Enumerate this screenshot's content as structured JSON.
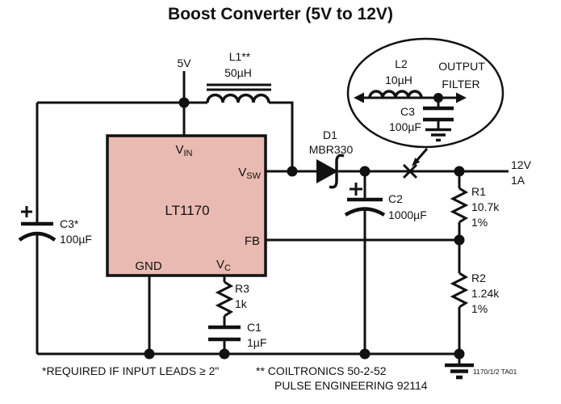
{
  "title": "Boost Converter (5V to 12V)",
  "colors": {
    "ic_fill": "#e9bab1",
    "wire": "#111111"
  },
  "ic": {
    "name": "LT1170",
    "pins": {
      "vin": {
        "main": "V",
        "sub": "IN"
      },
      "vsw": {
        "main": "V",
        "sub": "SW"
      },
      "fb": "FB",
      "gnd": "GND",
      "vc": {
        "main": "V",
        "sub": "C"
      }
    }
  },
  "labels": {
    "input_voltage": "5V",
    "l1": {
      "ref": "L1**",
      "value": "50µH"
    },
    "d1": {
      "ref": "D1",
      "value": "MBR330"
    },
    "c2": {
      "ref": "C2",
      "value": "1000µF"
    },
    "c3_input": {
      "ref": "C3*",
      "value": "100µF"
    },
    "r1": {
      "ref": "R1",
      "value": "10.7k",
      "tol": "1%"
    },
    "r2": {
      "ref": "R2",
      "value": "1.24k",
      "tol": "1%"
    },
    "r3": {
      "ref": "R3",
      "value": "1k"
    },
    "c1": {
      "ref": "C1",
      "value": "1µF"
    },
    "output": {
      "voltage": "12V",
      "current": "1A"
    }
  },
  "output_filter": {
    "caption_line1": "OUTPUT",
    "caption_line2": "FILTER",
    "l2": {
      "ref": "L2",
      "value": "10µH"
    },
    "c3": {
      "ref": "C3",
      "value": "100µF"
    }
  },
  "notes": {
    "note1": "*REQUIRED IF INPUT LEADS ≥ 2\"",
    "note2_line1": "** COILTRONICS 50-2-52",
    "note2_line2": "PULSE ENGINEERING 92114",
    "doc_ref": "1170/1/2 TA01"
  }
}
